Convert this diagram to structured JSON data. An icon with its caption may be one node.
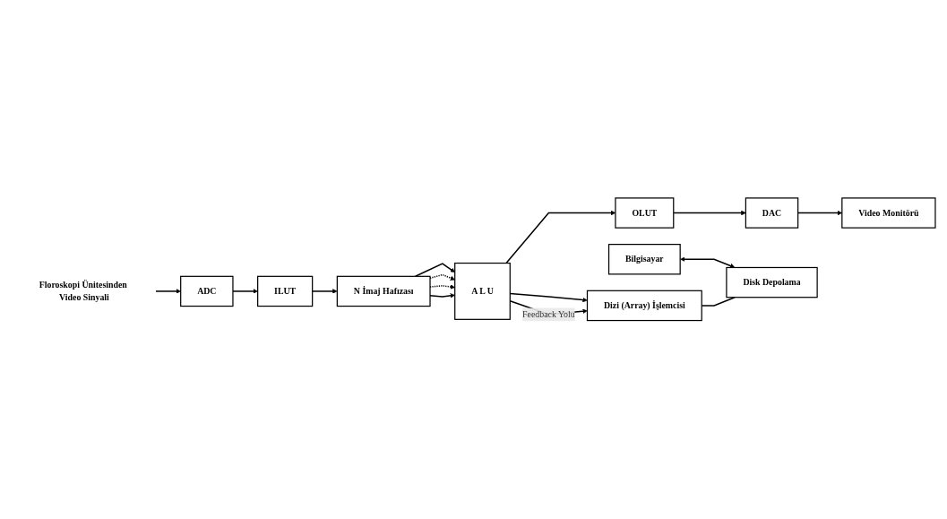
{
  "diagram": {
    "nodes": [
      {
        "text": [
          "ADC"
        ]
      },
      {
        "text": [
          "ILUT"
        ]
      },
      {
        "text": [
          "N İmaj Hafızası"
        ]
      },
      {
        "text": [
          "A L U"
        ]
      },
      {
        "text": [
          "OLUT"
        ]
      },
      {
        "text": [
          "DAC"
        ]
      },
      {
        "text": [
          "Video Monitörü"
        ]
      },
      {
        "text": [
          "Dizi (Array) İşlemcisi"
        ]
      },
      {
        "text": [
          "Bilgisayar"
        ]
      },
      {
        "text": [
          "Disk Depolama"
        ]
      },
      {
        "text": [
          "Floroskopi Ünitesinden Video Sinyali"
        ]
      }
    ],
    "edges": [
      {
        "from": 10,
        "to": 0,
        "arrow": "to"
      },
      {
        "from": 0,
        "to": 1,
        "arrow": "to"
      },
      {
        "from": 1,
        "to": 2,
        "arrow": "to"
      },
      {
        "from": 2,
        "to": 3,
        "arrow": "to"
      },
      {
        "from": 2,
        "to": 3,
        "arrow": "to",
        "style": "dashed"
      },
      {
        "from": 2,
        "to": 3,
        "arrow": "to",
        "style": "dashed"
      },
      {
        "from": 2,
        "to": 3,
        "arrow": "to"
      },
      {
        "from": 3,
        "to": 4,
        "arrow": "to"
      },
      {
        "from": 4,
        "to": 5,
        "arrow": "to"
      },
      {
        "from": 5,
        "to": 6,
        "arrow": "to"
      },
      {
        "from": 3,
        "to": 7,
        "arrow": "to"
      },
      {
        "from": 3,
        "to": 7,
        "label": "Feedback Yolu",
        "arrow": "to"
      },
      {
        "from": 8,
        "to": 9,
        "arrow": "both"
      },
      {
        "from": 7,
        "to": 9,
        "arrow": "none"
      }
    ]
  }
}
